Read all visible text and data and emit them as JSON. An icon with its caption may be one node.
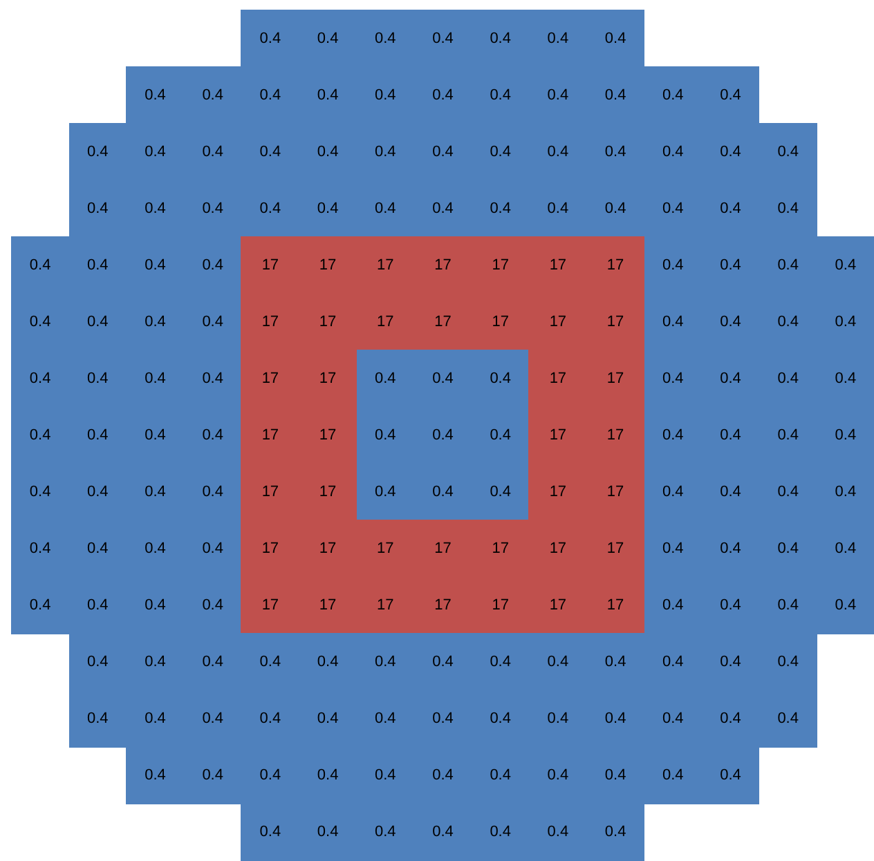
{
  "diagram": {
    "labels": [
      "0.4",
      "0.4",
      "0.4",
      "0.4",
      "0.4",
      "0.4",
      "0.4",
      "0.4",
      "0.4",
      "0.4",
      "0.4",
      "0.4",
      "0.4",
      "0.4",
      "0.4",
      "0.4",
      "0.4",
      "0.4",
      "0.4",
      "0.4",
      "0.4",
      "0.4",
      "0.4",
      "0.4",
      "0.4",
      "0.4",
      "0.4",
      "0.4",
      "0.4",
      "0.4",
      "0.4",
      "0.4",
      "0.4",
      "0.4",
      "0.4",
      "0.4",
      "0.4",
      "0.4",
      "0.4",
      "0.4",
      "0.4",
      "0.4",
      "0.4",
      "0.4",
      "0.4",
      "0.4",
      "0.4",
      "0.4",
      "17",
      "17",
      "17",
      "17",
      "17",
      "17",
      "17",
      "0.4",
      "0.4",
      "0.4",
      "0.4",
      "0.4",
      "0.4",
      "0.4",
      "0.4",
      "17",
      "17",
      "17",
      "17",
      "17",
      "17",
      "17",
      "0.4",
      "0.4",
      "0.4",
      "0.4",
      "0.4",
      "0.4",
      "0.4",
      "0.4",
      "17",
      "17",
      "0.4",
      "0.4",
      "0.4",
      "17",
      "17",
      "0.4",
      "0.4",
      "0.4",
      "0.4",
      "0.4",
      "0.4",
      "0.4",
      "0.4",
      "17",
      "17",
      "0.4",
      "0.4",
      "0.4",
      "17",
      "17",
      "0.4",
      "0.4",
      "0.4",
      "0.4",
      "0.4",
      "0.4",
      "0.4",
      "0.4",
      "17",
      "17",
      "0.4",
      "0.4",
      "0.4",
      "17",
      "17",
      "0.4",
      "0.4",
      "0.4",
      "0.4",
      "0.4",
      "0.4",
      "0.4",
      "0.4",
      "17",
      "17",
      "17",
      "17",
      "17",
      "17",
      "17",
      "0.4",
      "0.4",
      "0.4",
      "0.4",
      "0.4",
      "0.4",
      "0.4",
      "0.4",
      "17",
      "17",
      "17",
      "17",
      "17",
      "17",
      "17",
      "0.4",
      "0.4",
      "0.4",
      "0.4",
      "0.4",
      "0.4",
      "0.4",
      "0.4",
      "0.4",
      "0.4",
      "0.4",
      "0.4",
      "0.4",
      "0.4",
      "0.4",
      "0.4",
      "0.4",
      "0.4",
      "0.4",
      "0.4",
      "0.4",
      "0.4",
      "0.4",
      "0.4",
      "0.4",
      "0.4",
      "0.4",
      "0.4",
      "0.4",
      "0.4",
      "0.4",
      "0.4",
      "0.4",
      "0.4",
      "0.4",
      "0.4",
      "0.4",
      "0.4",
      "0.4",
      "0.4",
      "0.4",
      "0.4",
      "0.4",
      "0.4",
      "0.4",
      "0.4",
      "0.4",
      "0.4"
    ]
  }
}
